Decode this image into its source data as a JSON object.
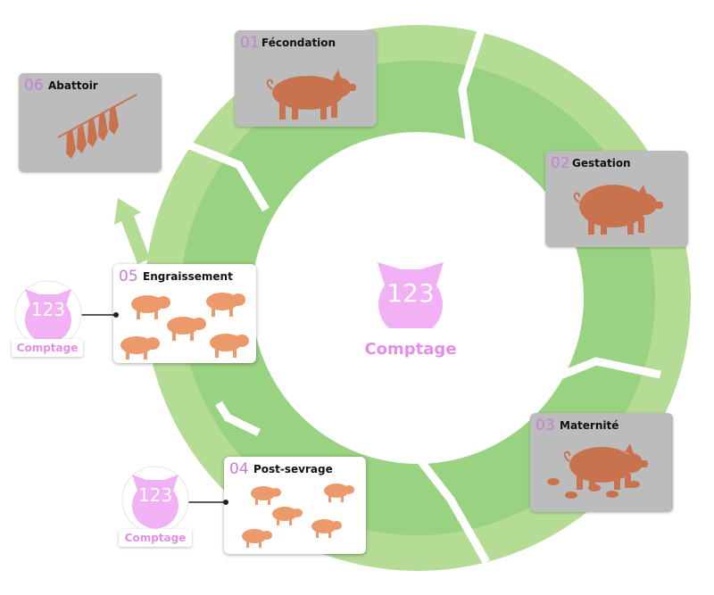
{
  "stages": [
    {
      "num": "01",
      "title": "Fécondation"
    },
    {
      "num": "02",
      "title": "Gestation"
    },
    {
      "num": "03",
      "title": "Maternité"
    },
    {
      "num": "04",
      "title": "Post-sevrage"
    },
    {
      "num": "05",
      "title": "Engraissement"
    },
    {
      "num": "06",
      "title": "Abattoir"
    }
  ],
  "counter": {
    "number": "123",
    "label": "Comptage"
  },
  "colors": {
    "ring_outer": "#b5dc95",
    "ring_inner": "#99d281",
    "card_dark": "#bcbcbc",
    "pig_brown": "#c9724e",
    "pig_orange": "#ec9a6c",
    "counter_pink": "#f3b1f5",
    "counter_text": "#e48ee8",
    "stage_number": "#c57fd8"
  }
}
